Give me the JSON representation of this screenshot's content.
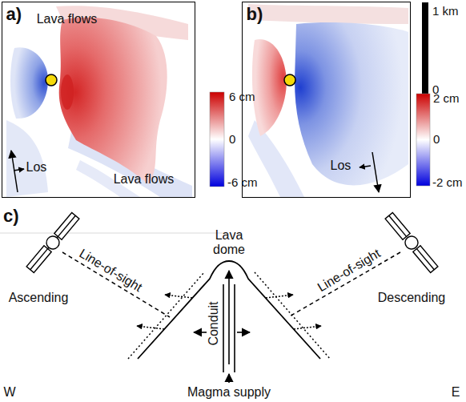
{
  "diagram": {
    "nodes": [
      {
        "text": [
          "a)",
          "Lava flows",
          "Lava flows",
          "Los"
        ]
      },
      {
        "text": [
          "b)",
          "Los"
        ]
      }
    ],
    "labels": [
      "6 cm",
      "0",
      "-6 cm",
      "2 cm",
      "0",
      "-2 cm",
      "1 km",
      "0",
      "c)",
      "Lava dome",
      "Line-of-sight",
      "Line-of-sight",
      "Ascending",
      "Descending",
      "Conduit",
      "Magma supply",
      "W",
      "E"
    ]
  }
}
